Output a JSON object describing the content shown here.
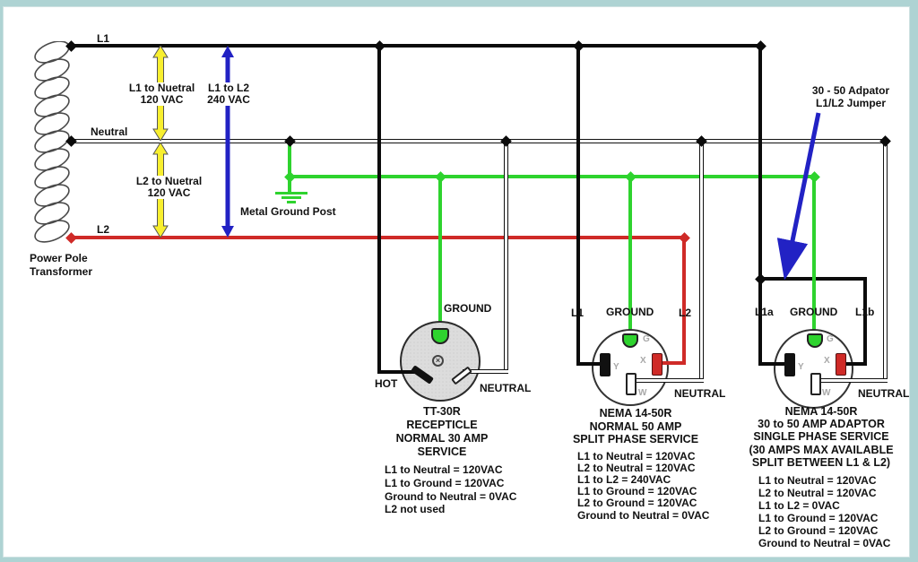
{
  "colors": {
    "l1_wire": "#0b0b0b",
    "l2_wire": "#cf2a27",
    "ground_wire": "#2ed32e",
    "arrow_yellow": "#f8ef2f",
    "arrow_blue": "#2222c4",
    "frame": "#aed3d3"
  },
  "transformer": {
    "line1": "Power Pole",
    "line2": "Transformer"
  },
  "bus_labels": {
    "l1": "L1",
    "neutral": "Neutral",
    "l2": "L2"
  },
  "measurements": {
    "l1_neutral": {
      "line1": "L1 to Nuetral",
      "line2": "120 VAC"
    },
    "l1_l2": {
      "line1": "L1 to L2",
      "line2": "240 VAC"
    },
    "l2_neutral": {
      "line1": "L2 to Nuetral",
      "line2": "120 VAC"
    }
  },
  "ground_post_label": "Metal Ground Post",
  "adaptor_note": {
    "line1": "30 - 50 Adpator",
    "line2": "L1/L2 Jumper"
  },
  "tt30r": {
    "ground_label": "GROUND",
    "hot_label": "HOT",
    "neutral_label": "NEUTRAL",
    "title": [
      "TT-30R",
      "RECEPTICLE",
      "NORMAL 30 AMP",
      "SERVICE"
    ],
    "specs": [
      "L1 to Neutral = 120VAC",
      "L1 to Ground = 120VAC",
      "Ground to Neutral = 0VAC",
      "L2 not used"
    ]
  },
  "nema_normal": {
    "l1_label": "L1",
    "ground_label": "GROUND",
    "l2_label": "L2",
    "neutral_label": "NEUTRAL",
    "pins": {
      "g": "G",
      "x": "X",
      "y": "Y",
      "w": "W"
    },
    "title": [
      "NEMA 14-50R",
      "NORMAL 50 AMP",
      "SPLIT PHASE SERVICE"
    ],
    "specs": [
      "L1 to Neutral = 120VAC",
      "L2 to Neutral = 120VAC",
      "L1 to L2 = 240VAC",
      "L1 to Ground = 120VAC",
      "L2 to Ground = 120VAC",
      "Ground to Neutral = 0VAC"
    ]
  },
  "nema_adaptor": {
    "l1a_label": "L1a",
    "ground_label": "GROUND",
    "l1b_label": "L1b",
    "neutral_label": "NEUTRAL",
    "pins": {
      "g": "G",
      "x": "X",
      "y": "Y",
      "w": "W"
    },
    "title": [
      "NEMA 14-50R",
      "30 to 50 AMP ADAPTOR",
      "SINGLE PHASE SERVICE",
      "(30 AMPS MAX AVAILABLE",
      "SPLIT BETWEEN L1 & L2)"
    ],
    "specs": [
      "L1 to Neutral = 120VAC",
      "L2 to Neutral = 120VAC",
      "L1 to L2 = 0VAC",
      "L1 to Ground = 120VAC",
      "L2 to Ground = 120VAC",
      "Ground to Neutral = 0VAC"
    ]
  }
}
